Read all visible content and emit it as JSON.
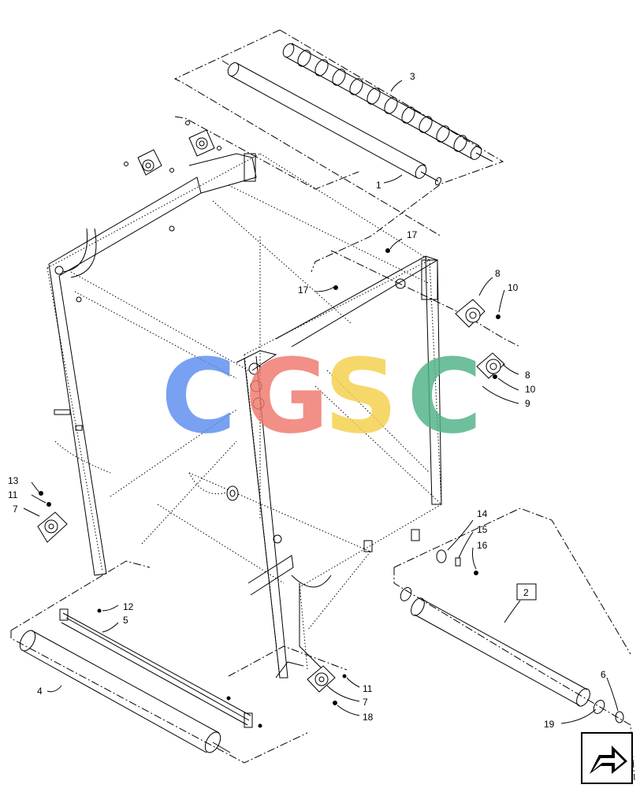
{
  "diagram": {
    "callouts": {
      "c1": "1",
      "c2": "2",
      "c3": "3",
      "c4": "4",
      "c5": "5",
      "c6": "6",
      "c7a": "7",
      "c7b": "7",
      "c8a": "8",
      "c8b": "8",
      "c9": "9",
      "c10a": "10",
      "c10b": "10",
      "c11a": "11",
      "c11b": "11",
      "c12": "12",
      "c13": "13",
      "c14": "14",
      "c15": "15",
      "c16": "16",
      "c17a": "17",
      "c17b": "17",
      "c18": "18",
      "c19": "19"
    },
    "watermark": {
      "letters": [
        "C",
        "G",
        "S",
        "C"
      ],
      "colors": [
        "#5b8def",
        "#f0776c",
        "#f5d04a",
        "#4fb287"
      ]
    },
    "nav_icon": "next-page-arrow-icon"
  }
}
